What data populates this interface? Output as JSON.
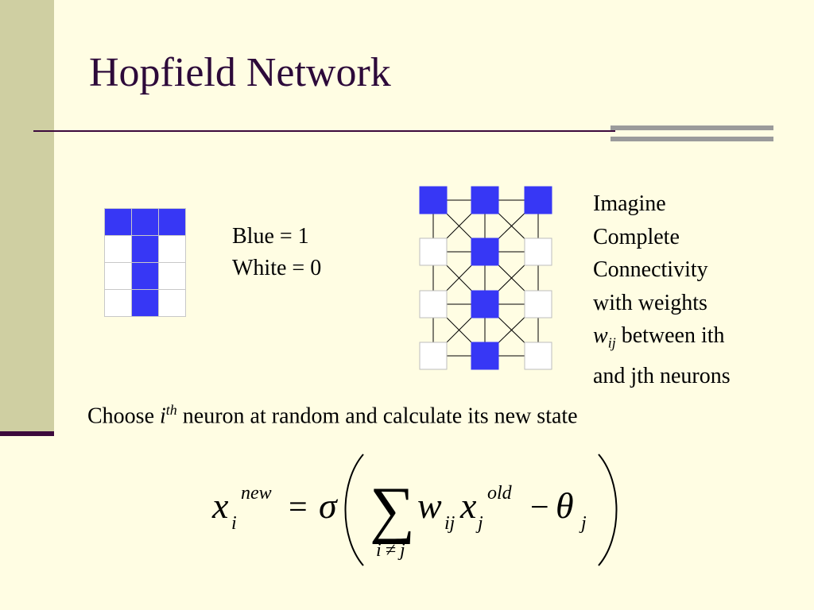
{
  "slide": {
    "title": "Hopfield Network"
  },
  "t_pattern": {
    "grid": [
      [
        1,
        1,
        1
      ],
      [
        0,
        1,
        0
      ],
      [
        0,
        1,
        0
      ],
      [
        0,
        1,
        0
      ]
    ]
  },
  "network": {
    "states": [
      [
        1,
        1,
        1
      ],
      [
        0,
        1,
        0
      ],
      [
        0,
        1,
        0
      ],
      [
        0,
        1,
        0
      ]
    ]
  },
  "legend": {
    "blue": "Blue = 1",
    "white": "White = 0"
  },
  "imagine": {
    "line1": "Imagine",
    "line2": "Complete",
    "line3": "Connectivity",
    "line4": "with weights",
    "w": "w",
    "w_sub": "ij",
    "line5_rest": " between ith",
    "line6": "and jth neurons"
  },
  "choose": {
    "prefix": "Choose ",
    "i": "i",
    "th": "th",
    "suffix": " neuron at random and calculate its new state"
  },
  "formula": {
    "x": "x",
    "sub_i": "i",
    "sup_new": "new",
    "eq": "=",
    "sigma": "σ",
    "sum": "∑",
    "sum_sub_i": "i",
    "sum_sub_ne": "≠",
    "sum_sub_j": "j",
    "w": "w",
    "w_sub": "ij",
    "x2": "x",
    "sub_j": "j",
    "sup_old": "old",
    "minus": "−",
    "theta": "θ",
    "theta_sub": "j"
  },
  "colors": {
    "blue": "#3737f5",
    "title": "#2d0a3a",
    "background": "#fffde3",
    "band": "#cfcfa2"
  }
}
